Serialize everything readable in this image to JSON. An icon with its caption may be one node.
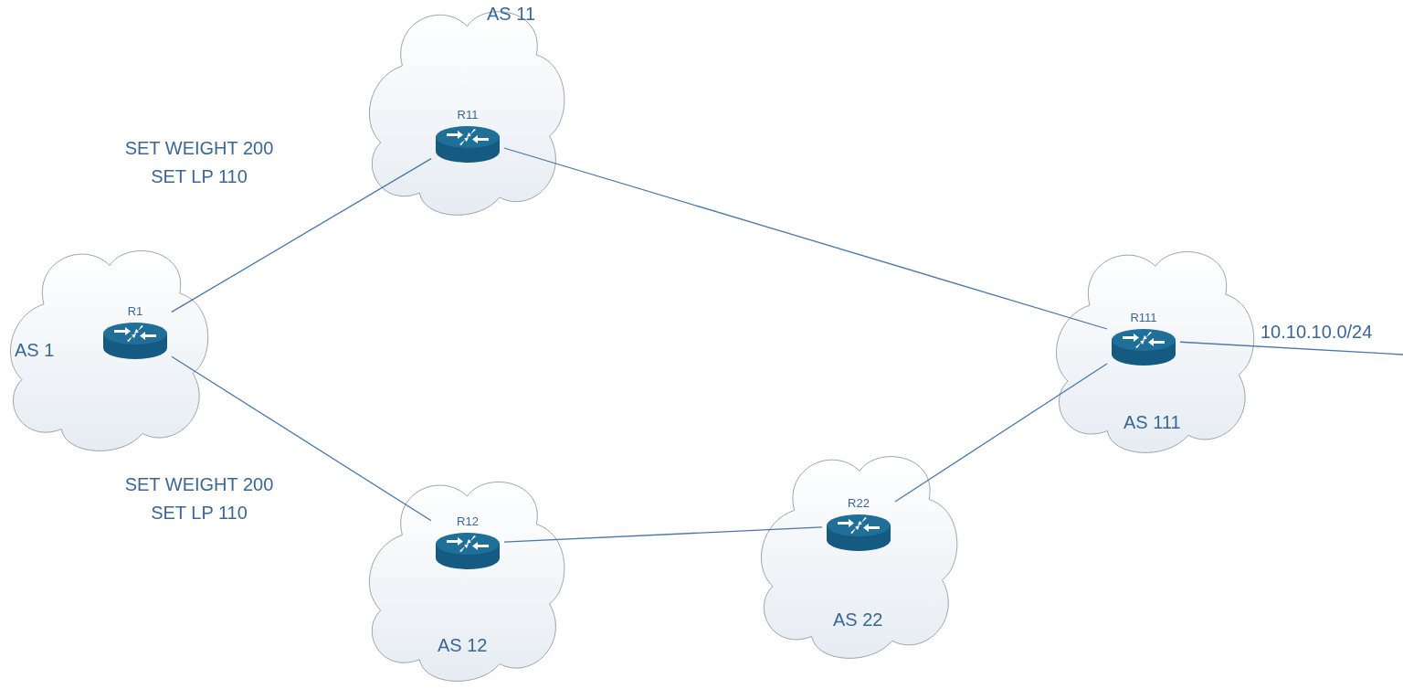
{
  "diagram": {
    "nodes": [
      {
        "text": [
          "AS 11"
        ]
      },
      {
        "text": [
          "R11"
        ],
        "in": 0
      },
      {
        "text": [
          "AS 1"
        ]
      },
      {
        "text": [
          "R1"
        ],
        "in": 2
      },
      {
        "text": [
          "AS 111"
        ]
      },
      {
        "text": [
          "R111"
        ],
        "in": 4
      },
      {
        "text": [
          "AS 12"
        ]
      },
      {
        "text": [
          "R12"
        ],
        "in": 6
      },
      {
        "text": [
          "AS 22"
        ]
      },
      {
        "text": [
          "R22"
        ],
        "in": 8
      }
    ],
    "edges": [
      {
        "from": 3,
        "to": 1,
        "arrow": "none"
      },
      {
        "from": 1,
        "to": 5,
        "arrow": "none"
      },
      {
        "from": 3,
        "to": 7,
        "arrow": "none"
      },
      {
        "from": 7,
        "to": 9,
        "arrow": "none"
      },
      {
        "from": 9,
        "to": 5,
        "arrow": "none"
      },
      {
        "from": 5,
        "to": null,
        "arrow": "none",
        "label": "10.10.10.0/24"
      }
    ],
    "labels": [
      "SET WEIGHT 200 SET LP 110",
      "SET WEIGHT 200 SET LP 110"
    ]
  }
}
